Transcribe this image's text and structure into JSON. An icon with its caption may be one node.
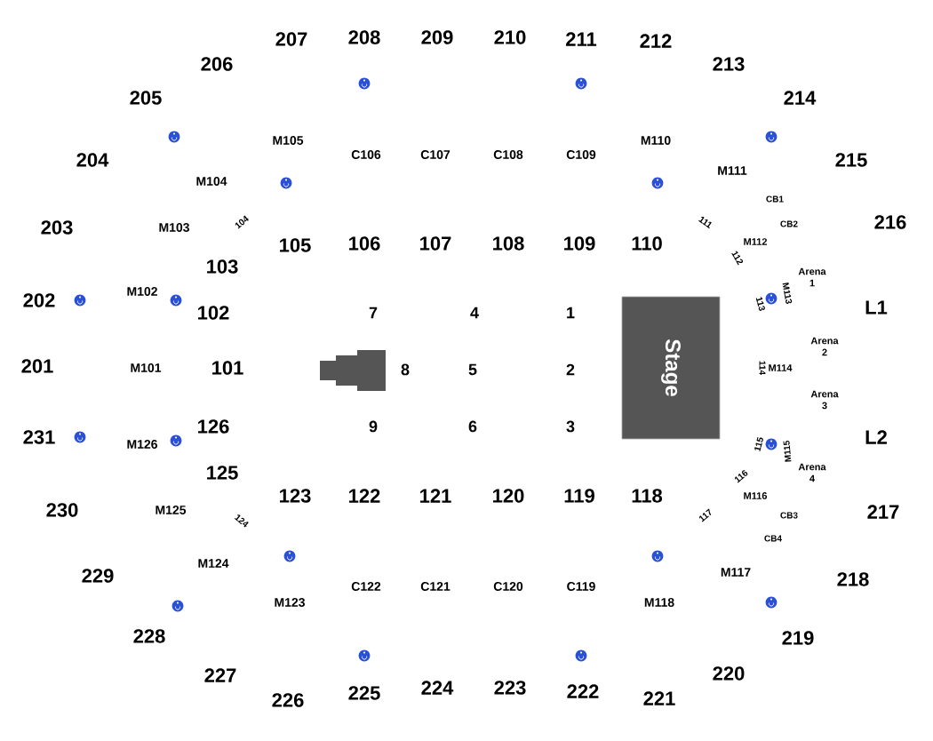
{
  "diagram": {
    "nodes": [
      {
        "text": [
          "Stage"
        ]
      }
    ],
    "labels": [
      "207",
      "208",
      "209",
      "210",
      "211",
      "212",
      "206",
      "213",
      "205",
      "214",
      "M105",
      "M110",
      "C106",
      "C107",
      "C108",
      "C109",
      "204",
      "215",
      "M111",
      "M104",
      "CB1",
      "203",
      "M103",
      "104",
      "111",
      "CB2",
      "216",
      "M112",
      "105",
      "106",
      "107",
      "108",
      "109",
      "110",
      "112",
      "103",
      "Arena 1",
      "M113",
      "113",
      "M102",
      "202",
      "102",
      "7",
      "4",
      "1",
      "L1",
      "Arena 2",
      "201",
      "M101",
      "101",
      "8",
      "5",
      "2",
      "114",
      "M114",
      "Arena 3",
      "9",
      "6",
      "3",
      "231",
      "M126",
      "126",
      "L2",
      "125",
      "115",
      "M115",
      "Arena 4",
      "116",
      "M116",
      "123",
      "122",
      "121",
      "120",
      "119",
      "118",
      "230",
      "M125",
      "124",
      "117",
      "CB3",
      "217",
      "CB4",
      "M124",
      "M117",
      "229",
      "218",
      "C122",
      "C121",
      "C120",
      "C119",
      "M123",
      "M118",
      "228",
      "219",
      "227",
      "220",
      "225",
      "224",
      "223",
      "222",
      "226",
      "221"
    ]
  }
}
